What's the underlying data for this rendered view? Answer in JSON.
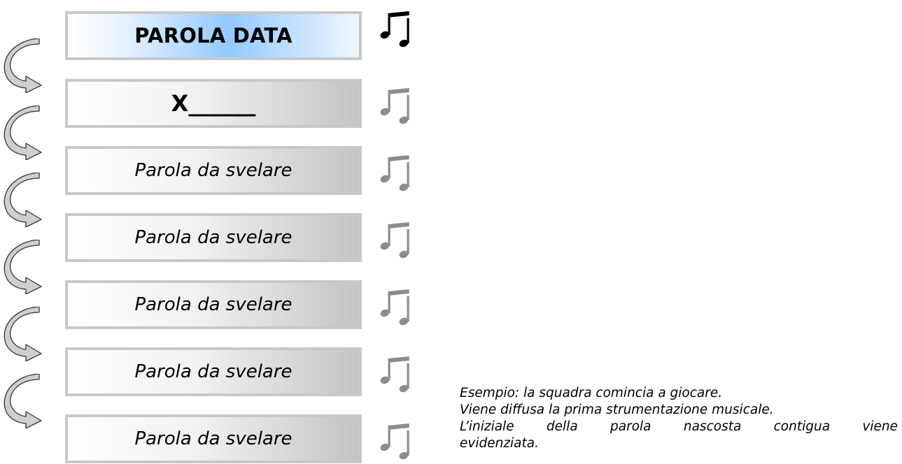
{
  "rows": [
    {
      "text": "PAROLA DATA",
      "note_color": "#000000"
    },
    {
      "text": "X______",
      "note_color": "#8c8c8c"
    },
    {
      "text": "Parola da svelare",
      "note_color": "#8c8c8c"
    },
    {
      "text": "Parola da svelare",
      "note_color": "#8c8c8c"
    },
    {
      "text": "Parola da svelare",
      "note_color": "#8c8c8c"
    },
    {
      "text": "Parola da svelare",
      "note_color": "#8c8c8c"
    },
    {
      "text": "Parola da svelare",
      "note_color": "#8c8c8c"
    }
  ],
  "caption": {
    "line1": "Esempio: la squadra comincia a giocare.",
    "line2": "Viene diffusa la prima strumentazione musicale.",
    "line3": "L’iniziale della parola nascosta contigua viene",
    "line4": "evidenziata."
  },
  "icons": {
    "note": "music-note-icon",
    "arrow": "curved-arrow-icon"
  },
  "colors": {
    "box_border": "#c8c8c8",
    "first_box_accent": "#93c9ff",
    "inactive_note": "#8c8c8c",
    "active_note": "#000000"
  }
}
